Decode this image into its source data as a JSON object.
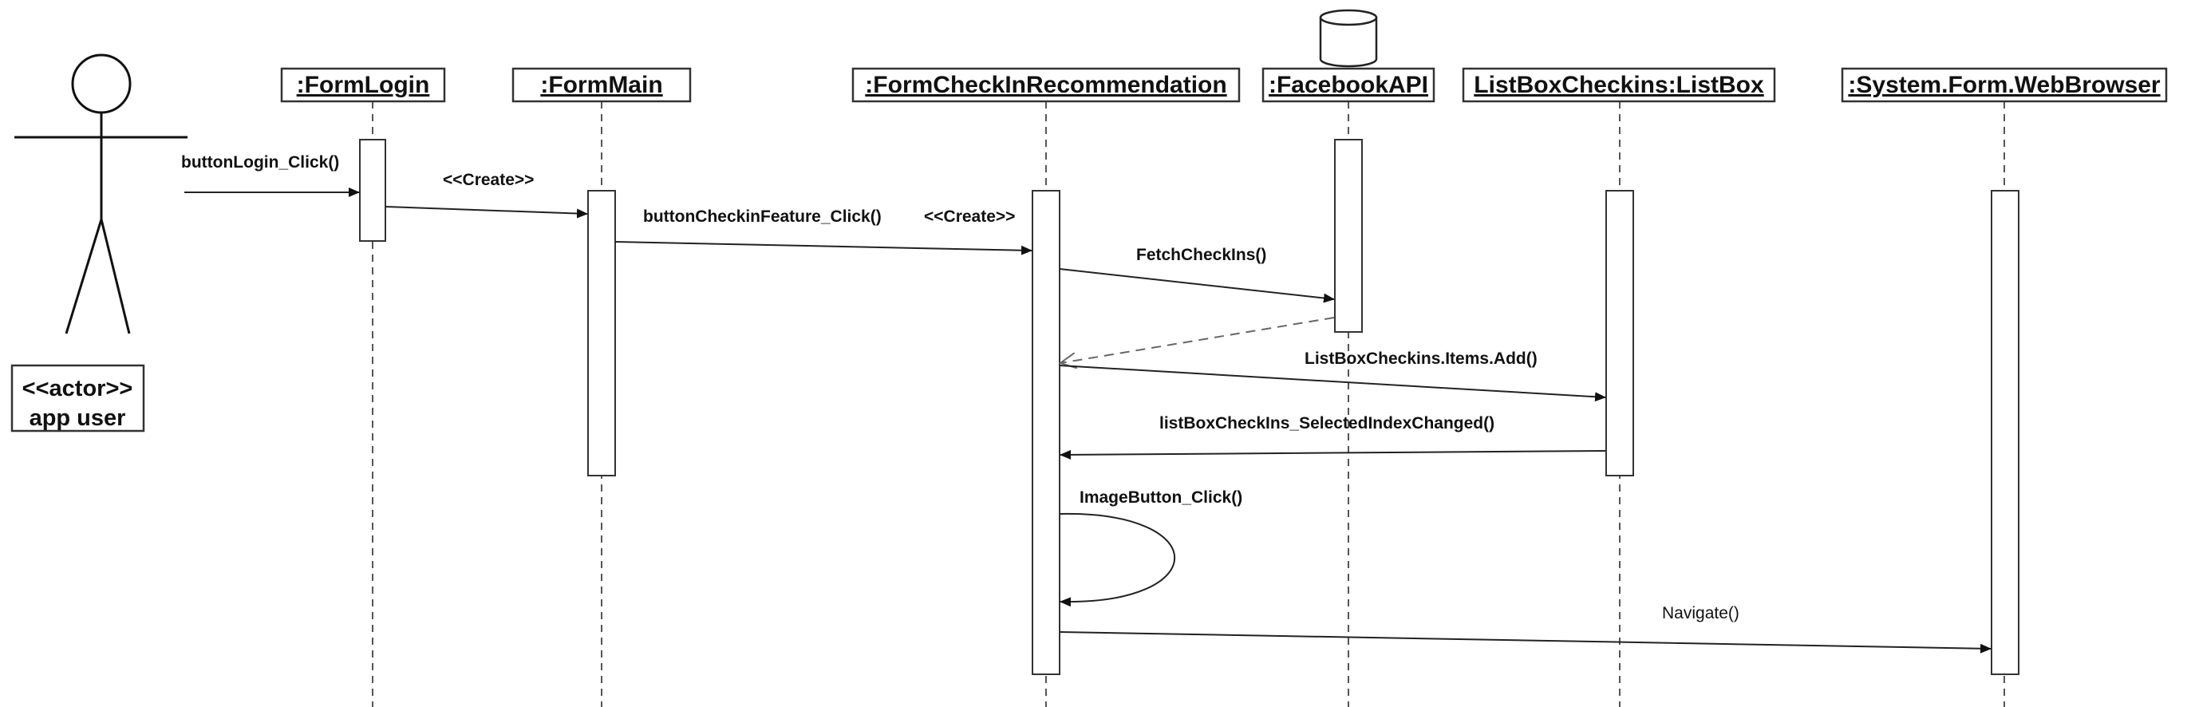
{
  "actor": {
    "stereotype": "<<actor>>",
    "name": "app user"
  },
  "lifelines": [
    ":FormLogin",
    ":FormMain",
    ":FormCheckInRecommendation",
    ":FacebookAPI",
    "ListBoxCheckins:ListBox",
    ":System.Form.WebBrowser"
  ],
  "messages": [
    "buttonLogin_Click()",
    "<<Create>>",
    "buttonCheckinFeature_Click()",
    "<<Create>>",
    "FetchCheckIns()",
    "ListBoxCheckins.Items.Add()",
    "listBoxCheckIns_SelectedIndexChanged()",
    "ImageButton_Click()",
    "Navigate()"
  ]
}
